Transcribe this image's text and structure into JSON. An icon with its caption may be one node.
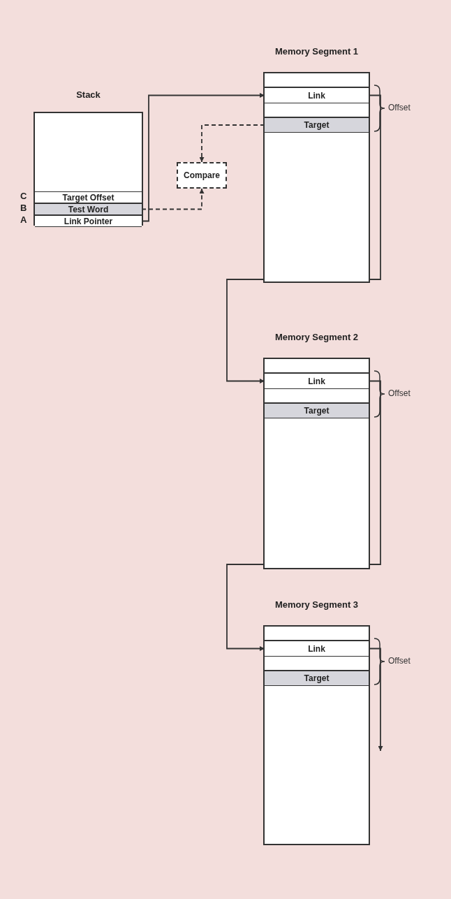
{
  "diagram": {
    "nodes": [
      {
        "text": [
          "Stack"
        ]
      },
      {
        "text": [
          "Target Offset"
        ],
        "in": 0,
        "beside": [
          "C"
        ]
      },
      {
        "text": [
          "Test Word"
        ],
        "in": 0,
        "beside": [
          "B"
        ]
      },
      {
        "text": [
          "Link Pointer"
        ],
        "in": 0,
        "beside": [
          "A"
        ]
      },
      {
        "text": [
          "Compare"
        ]
      },
      {
        "text": [
          "Memory Segment 1"
        ]
      },
      {
        "text": [
          "Link"
        ],
        "in": 5
      },
      {
        "text": [
          "Target"
        ],
        "in": 5
      },
      {
        "text": [
          "Memory Segment 2"
        ]
      },
      {
        "text": [
          "Link"
        ],
        "in": 8
      },
      {
        "text": [
          "Target"
        ],
        "in": 8
      },
      {
        "text": [
          "Memory Segment 3"
        ]
      },
      {
        "text": [
          "Link"
        ],
        "in": 11
      },
      {
        "text": [
          "Target"
        ],
        "in": 11
      }
    ],
    "edges": [
      {
        "from": 3,
        "to": 6,
        "arrow": "to"
      },
      {
        "from": 2,
        "to": 4,
        "arrow": "to",
        "style": "dashed"
      },
      {
        "from": 7,
        "to": 4,
        "arrow": "to",
        "style": "dashed"
      },
      {
        "from": 6,
        "to": 9,
        "arrow": "to"
      },
      {
        "from": 9,
        "to": 12,
        "arrow": "to"
      },
      {
        "from": 12,
        "to": null,
        "arrow": "to"
      }
    ],
    "labels": [
      "Offset",
      "Offset",
      "Offset"
    ]
  }
}
